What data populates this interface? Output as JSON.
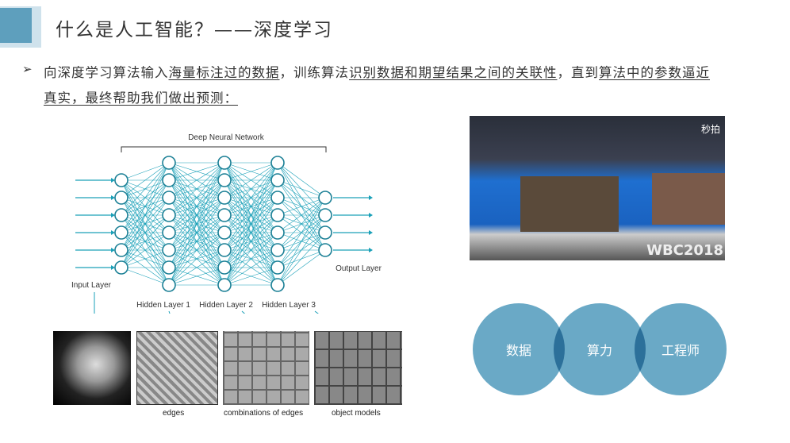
{
  "title": "什么是人工智能？——深度学习",
  "bullet": {
    "icon": "arrow-bullet-icon",
    "segments": [
      {
        "text": "向深度学习算法输入",
        "u": false
      },
      {
        "text": "海量标注过的数据",
        "u": true
      },
      {
        "text": "，训练算法",
        "u": false
      },
      {
        "text": "识别数据和期望结果之间的关联性",
        "u": true
      },
      {
        "text": "，直到",
        "u": false
      },
      {
        "text": "算法中的参数逼近",
        "u": true
      }
    ],
    "line2": "真实，最终帮助我们做出预测："
  },
  "network": {
    "title": "Deep Neural Network",
    "input_label": "Input Layer",
    "hidden_labels": [
      "Hidden Layer 1",
      "Hidden Layer 2",
      "Hidden Layer 3"
    ],
    "output_label": "Output Layer",
    "node_counts": [
      6,
      8,
      8,
      8,
      4
    ],
    "color": "#1aa0b8"
  },
  "features": {
    "captions": [
      "edges",
      "combinations of edges",
      "object models"
    ]
  },
  "photo": {
    "watermark": "秒拍",
    "banner": "WBC2018"
  },
  "venn": {
    "items": [
      "数据",
      "算力",
      "工程师"
    ],
    "color": "#5aa0c0"
  }
}
